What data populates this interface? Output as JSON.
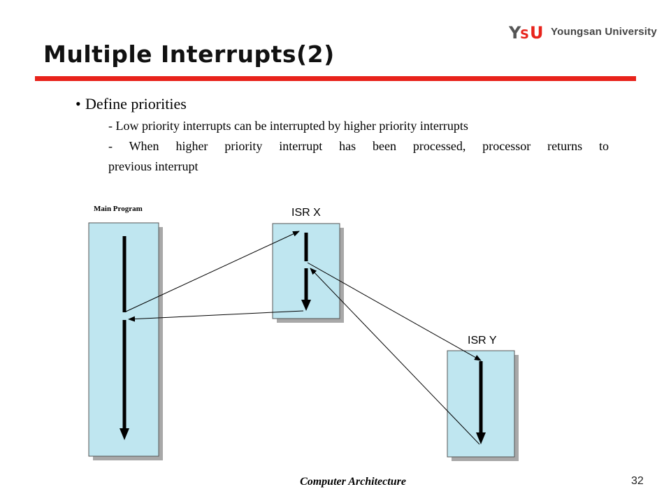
{
  "header": {
    "logo_mark": "YSU",
    "logo_text": "Youngsan University",
    "title": "Multiple Interrupts(2)",
    "colors": {
      "accent_rule": "#e8231b",
      "logo_red": "#e8231b",
      "logo_gray": "#555555"
    }
  },
  "body": {
    "bullet": "Define priorities",
    "sub_items": [
      "- Low priority interrupts can be interrupted by higher priority interrupts",
      "- When higher priority interrupt has been processed, processor returns to",
      "previous interrupt"
    ]
  },
  "diagram": {
    "main_label": "Main Program",
    "isr_x_label": "ISR  X",
    "isr_y_label": "ISR  Y",
    "box_fill": "#bfe6f0",
    "shadow_fill": "#a8a8a8"
  },
  "footer": {
    "course": "Computer Architecture",
    "page": "32"
  }
}
